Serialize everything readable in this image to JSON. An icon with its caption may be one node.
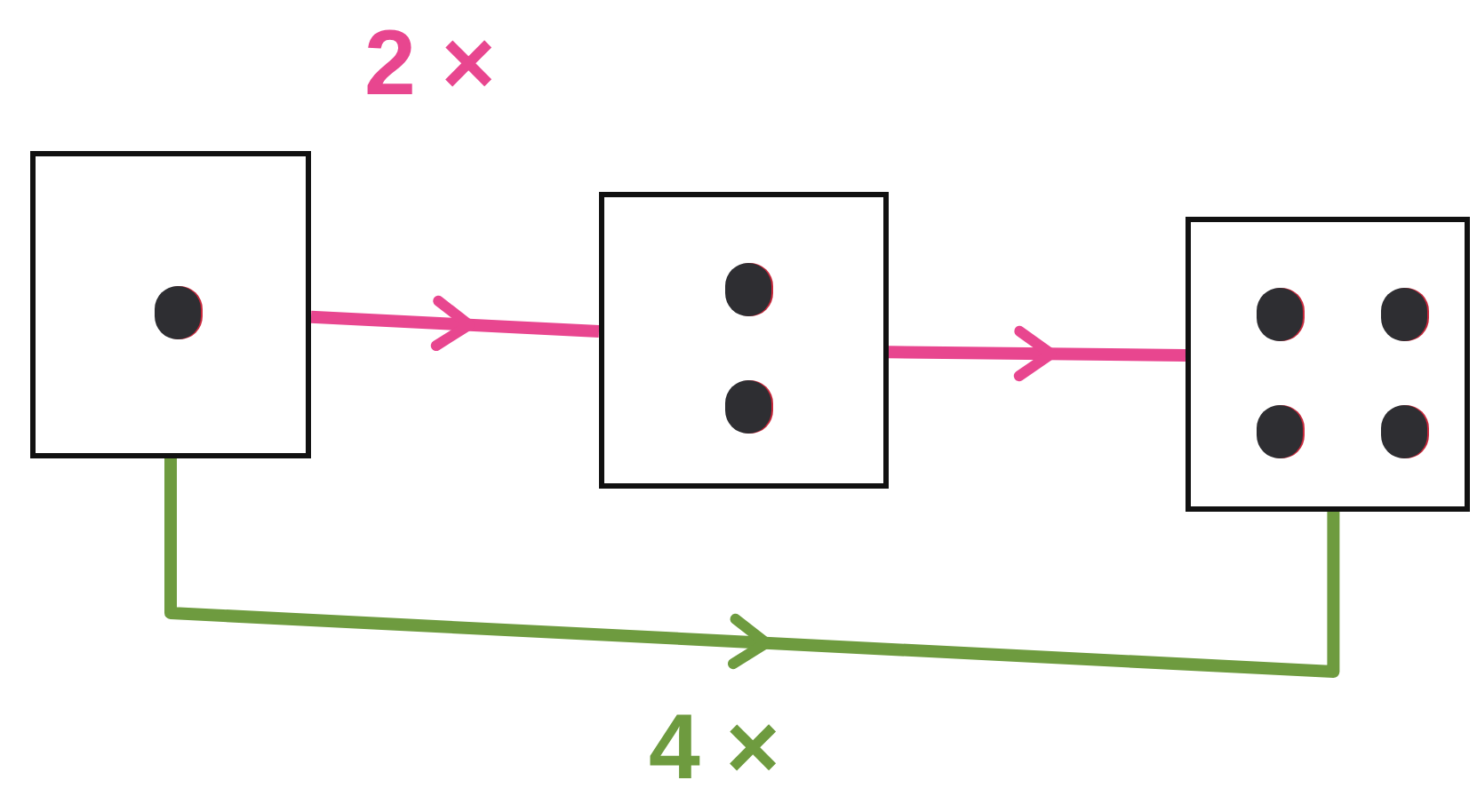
{
  "diagram": {
    "nodes": [
      {
        "text": [],
        "shape": "box"
      },
      {
        "text": [],
        "shape": "box"
      },
      {
        "text": [],
        "shape": "box"
      }
    ],
    "edges": [
      {
        "from": 0,
        "to": 1,
        "arrow": "to"
      },
      {
        "from": 1,
        "to": 2,
        "arrow": "to"
      },
      {
        "from": 0,
        "to": 2,
        "arrow": "to",
        "color": "#6e9b3f"
      }
    ],
    "labels": [
      "2 ×",
      "4 ×"
    ]
  }
}
